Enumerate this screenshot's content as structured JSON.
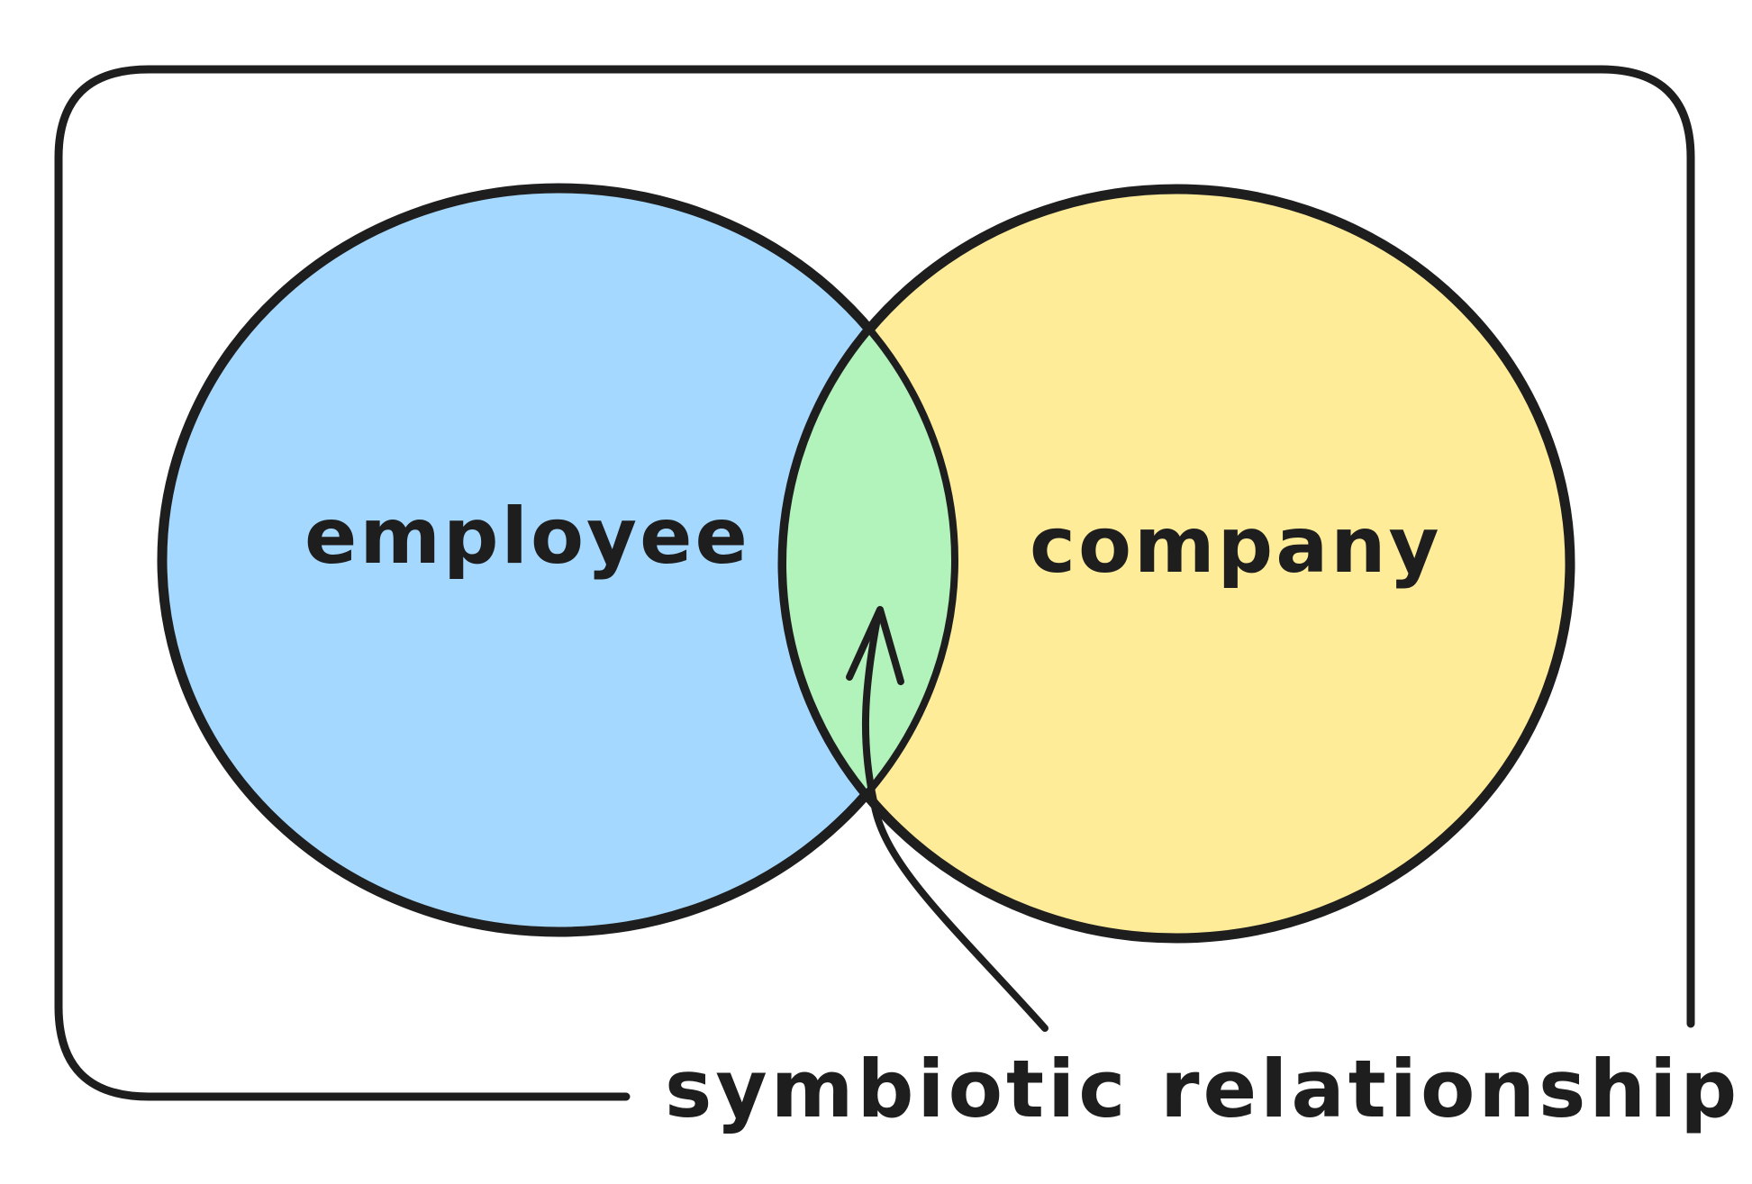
{
  "diagram": {
    "type": "venn",
    "sets": [
      {
        "label": "employee",
        "color": "#a5d8ff"
      },
      {
        "label": "company",
        "color": "#ffec99"
      }
    ],
    "intersection": {
      "color": "#b2f2bb"
    },
    "annotation": "symbiotic relationship",
    "stroke_color": "#1e1e1e"
  }
}
